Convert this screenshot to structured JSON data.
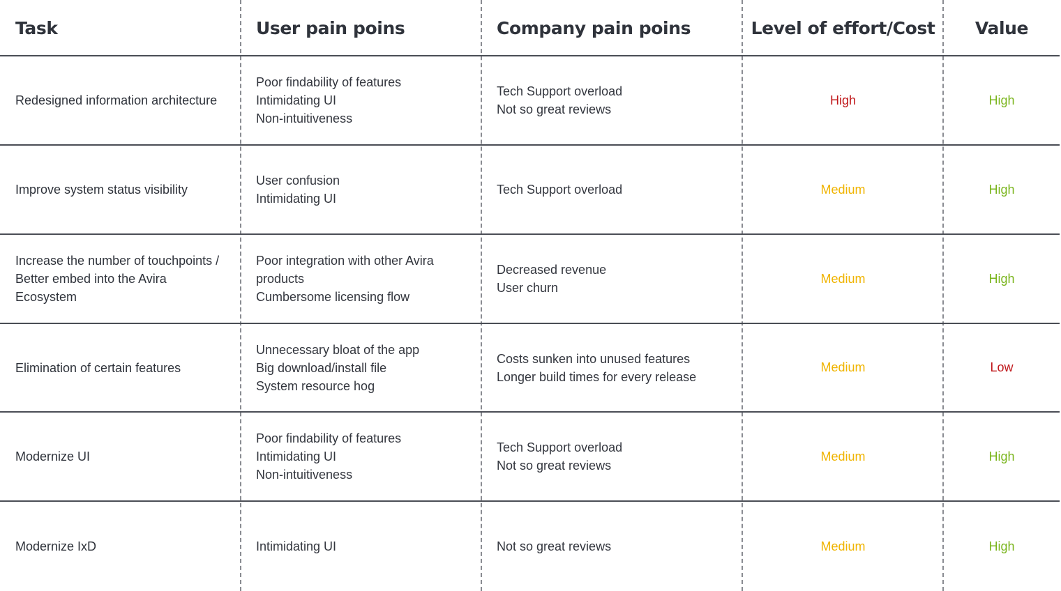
{
  "headers": {
    "task": "Task",
    "user": "User pain poins",
    "company": "Company pain poins",
    "effort": "Level of effort/Cost",
    "value": "Value"
  },
  "colors": {
    "red": "#c0181b",
    "yellow": "#f0b400",
    "green": "#7ab51d"
  },
  "rows": [
    {
      "task": [
        "Redesigned information architecture"
      ],
      "user": [
        "Poor findability of features",
        "Intimidating UI",
        "Non-intuitiveness"
      ],
      "company": [
        "Tech Support overload",
        "Not so great reviews"
      ],
      "effort": "High",
      "value": "High"
    },
    {
      "task": [
        "Improve system status visibility"
      ],
      "user": [
        "User confusion",
        "Intimidating UI"
      ],
      "company": [
        "Tech Support overload"
      ],
      "effort": "Medium",
      "value": "High"
    },
    {
      "task": [
        "Increase the number of touchpoints /",
        "Better embed into the Avira",
        "Ecosystem"
      ],
      "user": [
        "Poor integration with other Avira",
        "products",
        "Cumbersome licensing flow"
      ],
      "company": [
        "Decreased revenue",
        "User churn"
      ],
      "effort": "Medium",
      "value": "High"
    },
    {
      "task": [
        "Elimination of certain features"
      ],
      "user": [
        "Unnecessary bloat of the app",
        "Big download/install file",
        "System resource hog"
      ],
      "company": [
        "Costs sunken into unused features",
        "Longer build times for every release"
      ],
      "effort": "Medium",
      "value": "Low"
    },
    {
      "task": [
        "Modernize UI"
      ],
      "user": [
        "Poor findability of features",
        "Intimidating UI",
        "Non-intuitiveness"
      ],
      "company": [
        "Tech Support overload",
        "Not so great reviews"
      ],
      "effort": "Medium",
      "value": "High"
    },
    {
      "task": [
        "Modernize IxD"
      ],
      "user": [
        "Intimidating UI"
      ],
      "company": [
        "Not so great reviews"
      ],
      "effort": "Medium",
      "value": "High"
    }
  ]
}
